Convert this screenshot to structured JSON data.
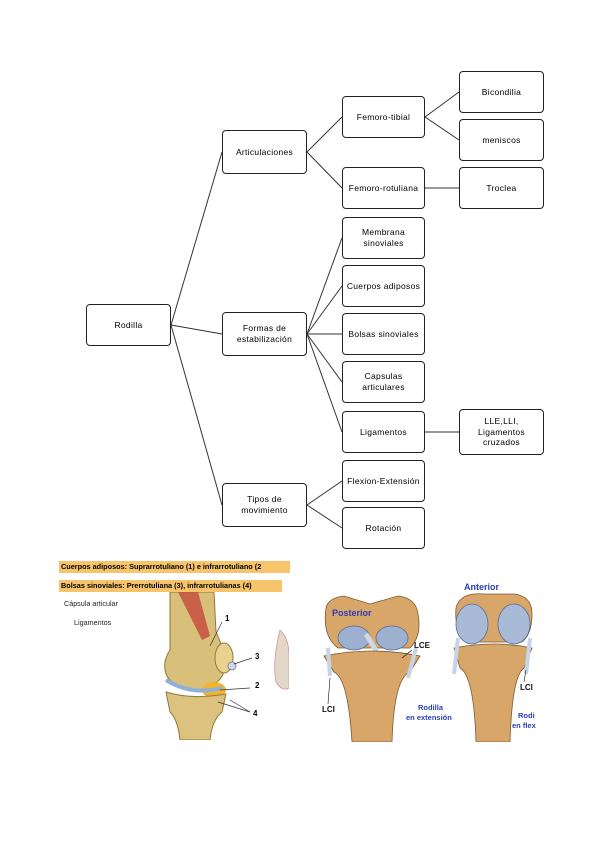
{
  "tree": {
    "root": "Rodilla",
    "articulaciones": "Articulaciones",
    "femoro_tibial": "Femoro-tibial",
    "bicondilia": "Bicondilia",
    "meniscos": "meniscos",
    "femoro_rotuliana": "Femoro-rotuliana",
    "troclea": "Troclea",
    "formas": "Formas de estabilización",
    "membrana": "Membrana sinoviales",
    "cuerpos": "Cuerpos adiposos",
    "bolsas": "Bolsas sinoviales",
    "capsulas": "Capsulas articulares",
    "ligamentos": "Ligamentos",
    "ligamentos_detalle": "LLE,LLI, Ligamentos cruzados",
    "tipos": "Tipos de movimiento",
    "flexion": "Flexion-Extensión",
    "rotacion": "Rotación"
  },
  "notes": {
    "cuerpos_line": "Cuerpos adiposos:  Suprarrotuliano (1) e infrarrotuliano (2",
    "bolsas_line": "Bolsas sinoviales:  Prerrotuliana (3), infrarrotulianas (4)",
    "capsula": "Cápsula articular",
    "ligamentos": "Ligamentos"
  },
  "figure_left": {
    "labels": [
      "1",
      "2",
      "3",
      "4"
    ]
  },
  "figure_right": {
    "posterior": "Posterior",
    "anterior": "Anterior",
    "lce": "LCE",
    "lci_left": "LCI",
    "lci_right": "LCI",
    "caption_left_1": "Rodilla",
    "caption_left_2": "en extensión",
    "caption_right_1": "Rodi",
    "caption_right_2": "en flex"
  },
  "colors": {
    "highlight": "#f7c46b",
    "label_blue": "#2c3eb8",
    "bone": "#d9a66a",
    "cartilage": "#9db0d0"
  }
}
